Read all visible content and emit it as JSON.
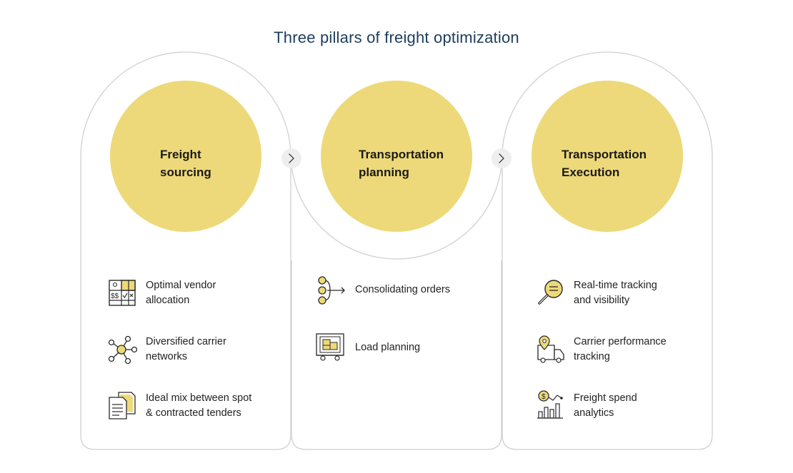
{
  "title": "Three pillars of freight optimization",
  "colors": {
    "circle_fill": "#EDD979",
    "outline": "#d0d0d0",
    "arrow_bg": "#eeeeee",
    "title": "#1d3d5c",
    "icon_stroke": "#2a2a2a",
    "icon_fill": "#EDD979"
  },
  "pillars": [
    {
      "label_line1": "Freight",
      "label_line2": "sourcing",
      "items": [
        {
          "line1": "Optimal vendor",
          "line2": "allocation",
          "icon": "vendor-allocation-icon"
        },
        {
          "line1": "Diversified carrier",
          "line2": "networks",
          "icon": "carrier-network-icon"
        },
        {
          "line1": "Ideal mix between spot",
          "line2": "& contracted tenders",
          "icon": "tender-documents-icon"
        }
      ]
    },
    {
      "label_line1": "Transportation",
      "label_line2": "planning",
      "items": [
        {
          "line1": "Consolidating orders",
          "line2": "",
          "icon": "consolidate-orders-icon"
        },
        {
          "line1": "Load planning",
          "line2": "",
          "icon": "load-planning-icon"
        }
      ]
    },
    {
      "label_line1": "Transportation",
      "label_line2": "Execution",
      "items": [
        {
          "line1": "Real-time tracking",
          "line2": "and visibility",
          "icon": "magnifier-tracking-icon"
        },
        {
          "line1": "Carrier performance",
          "line2": "tracking",
          "icon": "truck-location-icon"
        },
        {
          "line1": "Freight spend",
          "line2": "analytics",
          "icon": "spend-analytics-icon"
        }
      ]
    }
  ]
}
